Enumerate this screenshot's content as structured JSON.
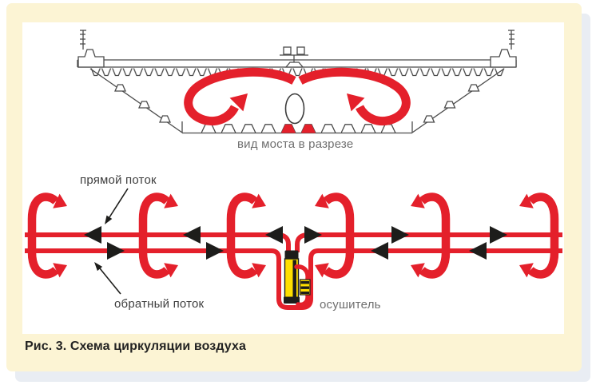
{
  "figure": {
    "caption": "Рис. 3. Схема циркуляции воздуха",
    "labels": {
      "cross_section_view": "вид моста в разрезе",
      "direct_flow": "прямой поток",
      "return_flow": "обратный поток",
      "dehumidifier": "осушитель"
    },
    "colors": {
      "flow-red": "#e4202b",
      "panel-cream": "#fcf4d4",
      "panel-white": "#ffffff",
      "shadow-gray": "#e9edf3",
      "label-gray": "#6f6f6f",
      "flow-label-dark": "#3f3f3f",
      "caption-dark": "#232323",
      "device-yellow": "#ffdf00",
      "device-black": "#1d1d1b",
      "line-art": "#4a4a4a"
    }
  }
}
